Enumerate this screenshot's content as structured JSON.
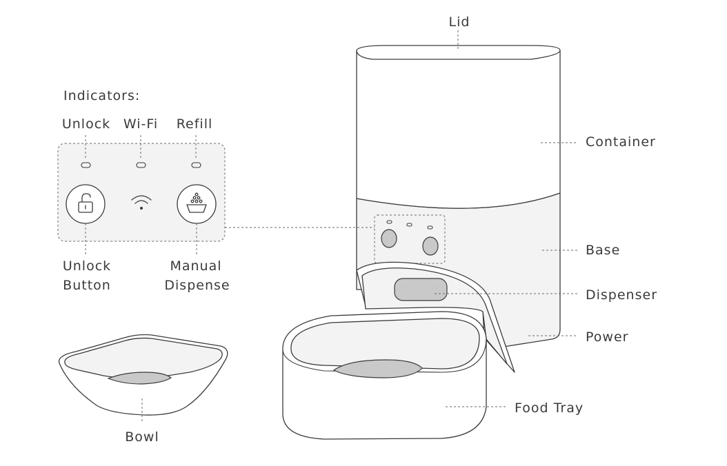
{
  "labels": {
    "lid": "Lid",
    "container": "Container",
    "base": "Base",
    "dispenser": "Dispenser",
    "power": "Power",
    "food_tray": "Food Tray",
    "bowl": "Bowl",
    "indicators_title": "Indicators:",
    "unlock_indicator": "Unlock",
    "wifi_indicator": "Wi-Fi",
    "refill_indicator": "Refill",
    "unlock_button_line1": "Unlock",
    "unlock_button_line2": "Button",
    "manual_dispense_line1": "Manual",
    "manual_dispense_line2": "Dispense"
  },
  "icons": {
    "unlock_button": "padlock-open-icon",
    "wifi": "wifi-icon",
    "manual_dispense": "food-bowl-icon"
  },
  "colors": {
    "line": "#3a3a3a",
    "panel": "#f3f3f3",
    "shade": "#c9c9c9"
  }
}
